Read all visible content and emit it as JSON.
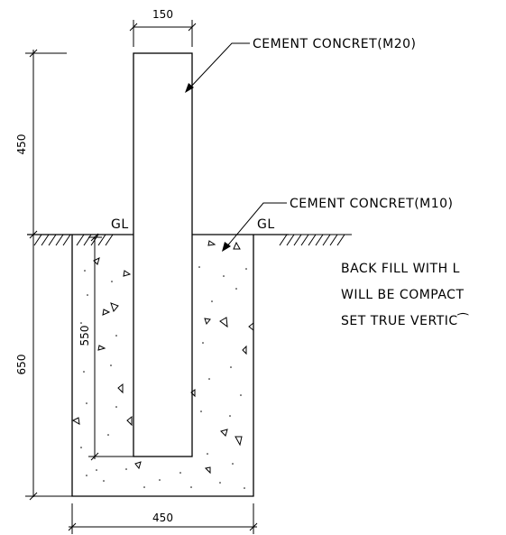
{
  "dimensions": {
    "post_width": "150",
    "above_ground": "450",
    "below_ground": "650",
    "embedment": "550",
    "pit_width": "450"
  },
  "labels": {
    "post_material": "CEMENT CONCRET(M20)",
    "foundation_material": "CEMENT CONCRET(M10)",
    "ground_level_left": "GL",
    "ground_level_right": "GL"
  },
  "note": {
    "line1": "BACK FILL WITH L",
    "line2": "WILL BE COMPACT",
    "line3": "SET TRUE VERTIC⁀"
  }
}
